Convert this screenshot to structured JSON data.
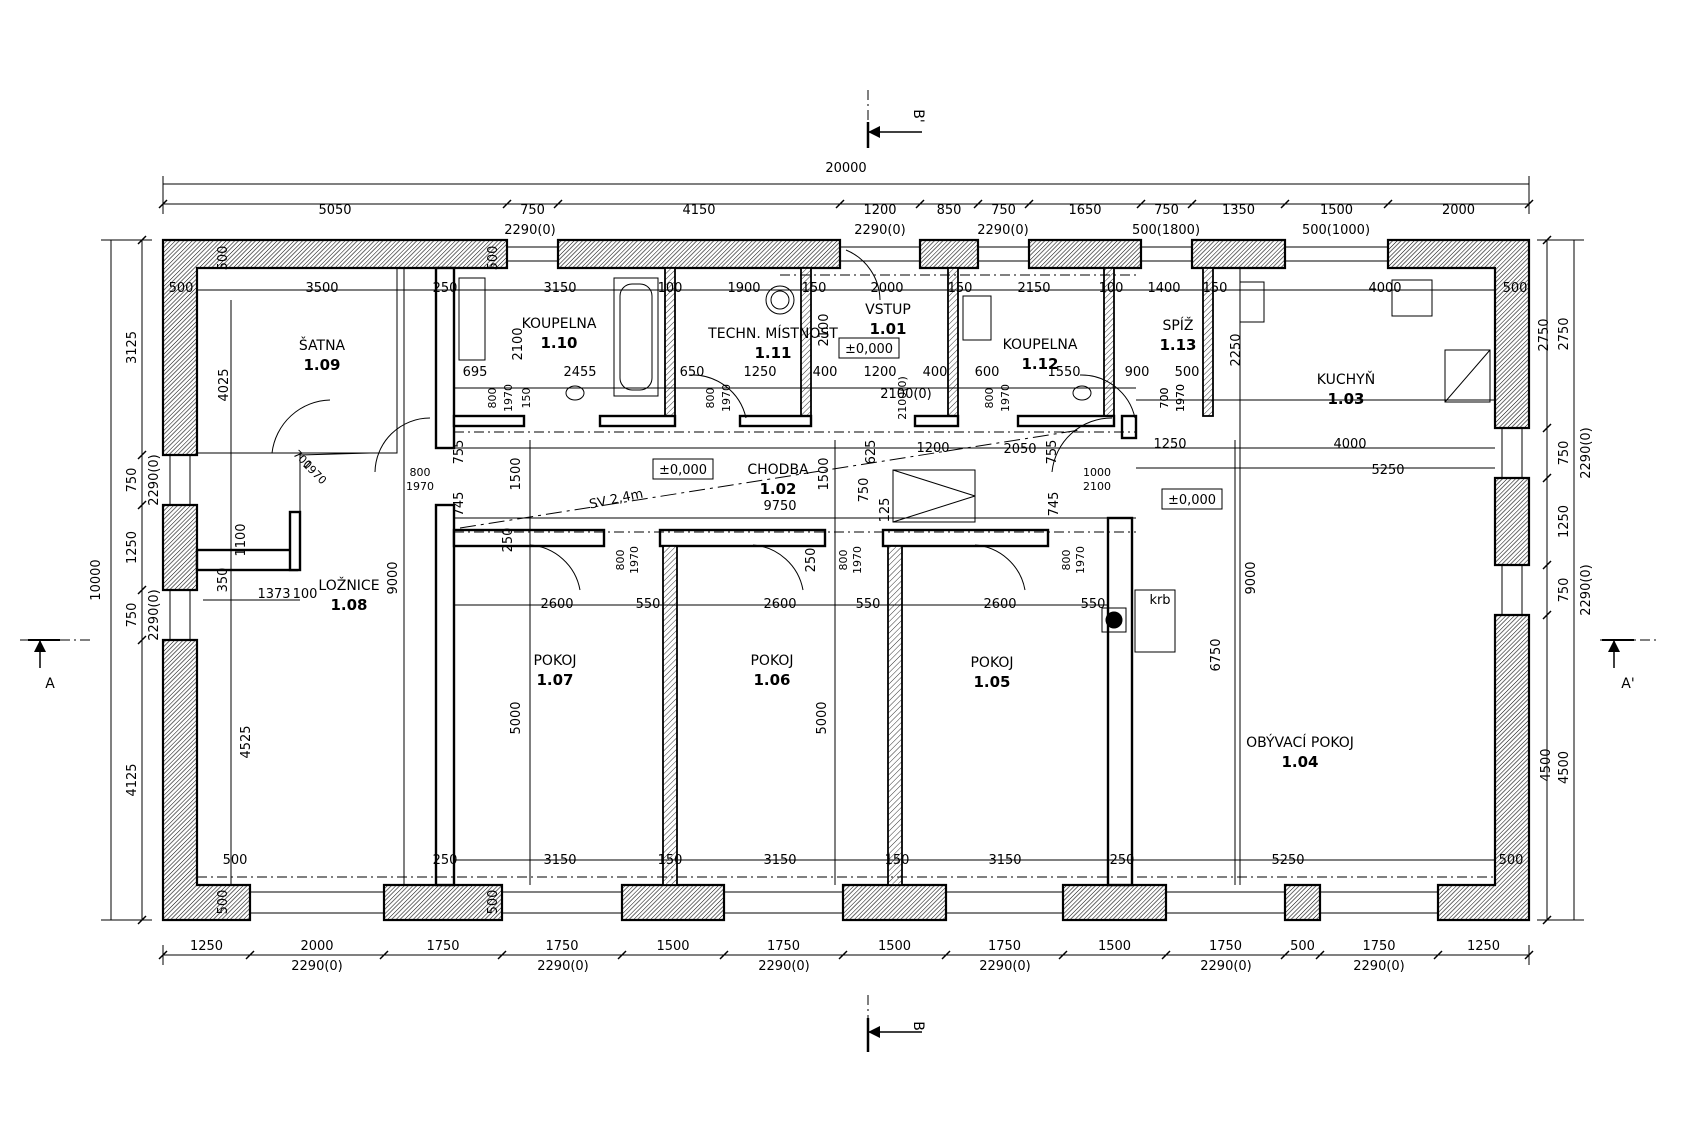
{
  "drawing": {
    "overall_width": "20000",
    "overall_height": "10000",
    "top_dims": [
      "5050",
      "750",
      "4150",
      "1200",
      "850",
      "750",
      "1650",
      "750",
      "1350",
      "1500",
      "2000"
    ],
    "top_openings": [
      "2290(0)",
      "2290(0)",
      "2290(0)",
      "500(1800)",
      "500(1000)"
    ],
    "bottom_dims": [
      "1250",
      "2000",
      "1750",
      "1750",
      "1500",
      "1750",
      "1500",
      "1750",
      "1500",
      "1750",
      "500",
      "1750",
      "1250"
    ],
    "bottom_openings": [
      "2290(0)",
      "2290(0)",
      "2290(0)",
      "2290(0)",
      "2290(0)",
      "2290(0)"
    ],
    "left_dims": [
      "3125",
      "750",
      "1250",
      "750",
      "4125"
    ],
    "left_openings": [
      "2290(0)",
      "2290(0)"
    ],
    "right_dims": [
      "2750",
      "750",
      "1250",
      "750",
      "4500"
    ],
    "right_openings": [
      "2290(0)",
      "2290(0)"
    ],
    "section_marks": {
      "top": "B'",
      "bottom": "B",
      "left": "A",
      "right": "A'"
    },
    "levels": [
      "±0,000",
      "±0,000",
      "±0,000"
    ],
    "slope_note": "SV 2,4m",
    "fireplace": "krb"
  },
  "rooms": [
    {
      "name": "ŠATNA",
      "number": "1.09"
    },
    {
      "name": "KOUPELNA",
      "number": "1.10"
    },
    {
      "name": "TECHN. MÍSTNOST",
      "number": "1.11"
    },
    {
      "name": "VSTUP",
      "number": "1.01"
    },
    {
      "name": "KOUPELNA",
      "number": "1.12"
    },
    {
      "name": "SPÍŽ",
      "number": "1.13"
    },
    {
      "name": "KUCHYŇ",
      "number": "1.03"
    },
    {
      "name": "CHODBA",
      "number": "1.02"
    },
    {
      "name": "LOŽNICE",
      "number": "1.08"
    },
    {
      "name": "POKOJ",
      "number": "1.07"
    },
    {
      "name": "POKOJ",
      "number": "1.06"
    },
    {
      "name": "POKOJ",
      "number": "1.05"
    },
    {
      "name": "OBÝVACÍ POKOJ",
      "number": "1.04"
    }
  ],
  "interior_dims": {
    "a": [
      "500",
      "3500",
      "250",
      "3150",
      "100",
      "1900",
      "150",
      "2000",
      "150",
      "2150",
      "100",
      "1400",
      "150",
      "4000",
      "500"
    ],
    "b": [
      "500",
      "500",
      "500",
      "500"
    ],
    "c": [
      "4025",
      "2100",
      "2100",
      "2250",
      "2750"
    ],
    "d": [
      "695",
      "2455",
      "650",
      "1250",
      "400",
      "1200",
      "400",
      "600",
      "1550",
      "900",
      "500"
    ],
    "e": [
      "800",
      "1970",
      "800",
      "1970",
      "150",
      "800",
      "1970",
      "2100(0)",
      "700",
      "1970",
      "700",
      "1970"
    ],
    "f": [
      "1500",
      "1500",
      "625",
      "1200",
      "2050",
      "755",
      "1250",
      "4000",
      "5250"
    ],
    "g": [
      "800",
      "1970",
      "755",
      "745",
      "1000",
      "2100",
      "750",
      "125",
      "745"
    ],
    "h": [
      "9750",
      "250",
      "250",
      "9000",
      "9000",
      "6750"
    ],
    "i": [
      "2600",
      "550",
      "2600",
      "550",
      "2600",
      "550"
    ],
    "j": [
      "800",
      "1970",
      "800",
      "1970",
      "800",
      "1970"
    ],
    "k": [
      "350",
      "1373",
      "100",
      "1100",
      "5000",
      "5000",
      "4525",
      "4500"
    ],
    "l": [
      "250",
      "3150",
      "150",
      "3150",
      "150",
      "3150",
      "250",
      "5250",
      "500",
      "500"
    ]
  }
}
